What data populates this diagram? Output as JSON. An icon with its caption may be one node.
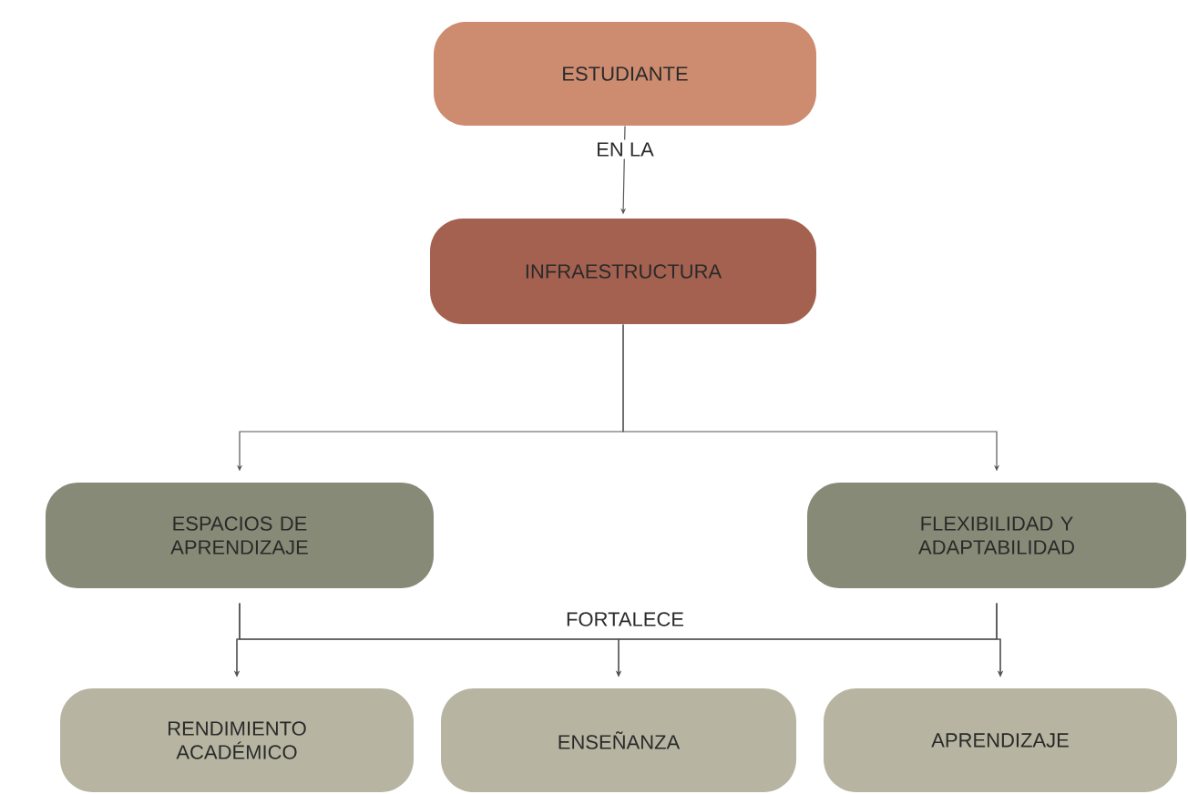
{
  "diagram": {
    "nodes": [
      {
        "text": [
          "ESTUDIANTE"
        ]
      },
      {
        "text": [
          "INFRAESTRUCTURA"
        ]
      },
      {
        "text": [
          "ESPACIOS DE APRENDIZAJE"
        ]
      },
      {
        "text": [
          "FLEXIBILIDAD Y ADAPTABILIDAD"
        ]
      },
      {
        "text": [
          "RENDIMIENTO ACADÉMICO"
        ]
      },
      {
        "text": [
          "ENSEÑANZA"
        ]
      },
      {
        "text": [
          "APRENDIZAJE"
        ]
      }
    ],
    "edges": [
      {
        "from": 0,
        "to": 1,
        "arrow": "to",
        "label": "EN LA"
      },
      {
        "from": 1,
        "to": 2,
        "arrow": "to"
      },
      {
        "from": 1,
        "to": 3,
        "arrow": "to"
      },
      {
        "from": 2,
        "to": 4,
        "arrow": "to"
      },
      {
        "from": 2,
        "to": 5,
        "arrow": "to",
        "label": "FORTALECE"
      },
      {
        "from": 2,
        "to": 6,
        "arrow": "to"
      },
      {
        "from": 3,
        "to": 4,
        "arrow": "to"
      },
      {
        "from": 3,
        "to": 5,
        "arrow": "to"
      },
      {
        "from": 3,
        "to": 6,
        "arrow": "to"
      }
    ]
  }
}
